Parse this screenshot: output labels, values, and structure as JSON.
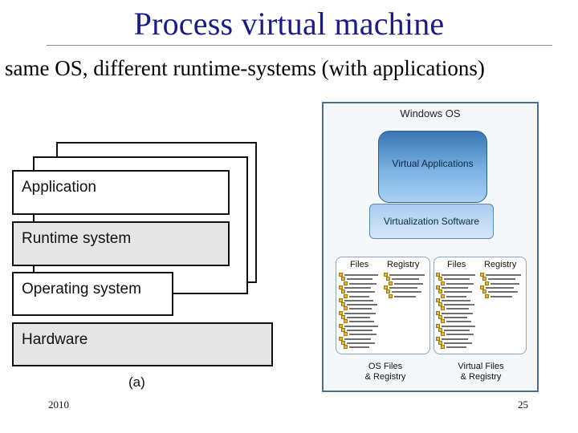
{
  "slide": {
    "title": "Process virtual machine",
    "subtitle": "same OS, different runtime-systems (with applications)",
    "year": "2010",
    "page_number": "25"
  },
  "layer_diagram": {
    "caption": "(a)",
    "layers": [
      {
        "key": "application",
        "label": "Application"
      },
      {
        "key": "runtime",
        "label": "Runtime system"
      },
      {
        "key": "os",
        "label": "Operating system"
      },
      {
        "key": "hardware",
        "label": "Hardware"
      }
    ]
  },
  "windows_diagram": {
    "title": "Windows OS",
    "virtual_apps_label": "Virtual Applications",
    "virtualization_label": "Virtualization Software",
    "left_pane": {
      "files_header": "Files",
      "registry_header": "Registry",
      "caption_line1": "OS Files",
      "caption_line2": "& Registry"
    },
    "right_pane": {
      "files_header": "Files",
      "registry_header": "Registry",
      "caption_line1": "Virtual Files",
      "caption_line2": "& Registry"
    }
  },
  "colors": {
    "title": "#1a1a8c",
    "panel_border": "#4a6e90",
    "virtual_apps_top": "#3a76b5",
    "virtual_apps_bottom": "#a9d0f2",
    "layer_gray": "#e6e6e6"
  }
}
